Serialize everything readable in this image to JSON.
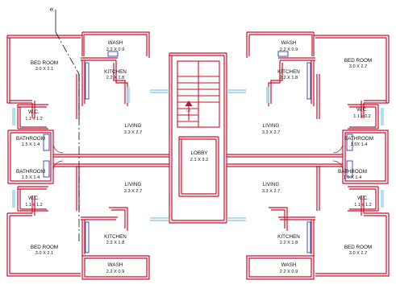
{
  "colors": {
    "wall": "#c8102e",
    "glass": "#7ec8e3",
    "fixture": "#1f3fbf",
    "text": "#111111"
  },
  "section_marker": "«",
  "rooms": {
    "bed_tl": {
      "name": "BED ROOM",
      "dims": "3.0 X 2.1"
    },
    "wash_tl": {
      "name": "WASH",
      "dims": "2.2 X 0.9"
    },
    "kitchen_tl": {
      "name": "KITCHEN",
      "dims": "2.2 X 1.8"
    },
    "wc_tl": {
      "name": "W.C.",
      "dims": "1.1 x 1.2"
    },
    "bath_tl": {
      "name": "BATHROOM",
      "dims": "1.5 X 1.4"
    },
    "living_tl": {
      "name": "LIVING",
      "dims": "3.3 X 2.7"
    },
    "bath_bl": {
      "name": "BATHROOM",
      "dims": "1.5 X 1.4"
    },
    "wc_bl": {
      "name": "W.C.",
      "dims": "1.1 x 1.2"
    },
    "living_bl": {
      "name": "LIVING",
      "dims": "3.3 X 2.7"
    },
    "kitchen_bl": {
      "name": "KITCHEN",
      "dims": "2.2 X 1.8"
    },
    "wash_bl": {
      "name": "WASH",
      "dims": "2.2 X 0.9"
    },
    "bed_bl": {
      "name": "BED ROOM",
      "dims": "3.0 X 2.1"
    },
    "wash_tr": {
      "name": "WASH",
      "dims": "2.2 X 0.9"
    },
    "kitchen_tr": {
      "name": "KITCHEN",
      "dims": "2.2 X 1.8"
    },
    "bed_tr": {
      "name": "BED ROOM",
      "dims": "3.0 X 2.7"
    },
    "wc_tr": {
      "name": "W.C.",
      "dims": "1.1 x 0.2"
    },
    "living_tr": {
      "name": "LIVING",
      "dims": "3.3 X 2.7"
    },
    "bath_tr": {
      "name": "BATHROOM",
      "dims": "1.5X 1.4"
    },
    "bath_br": {
      "name": "BATHROOM",
      "dims": "1.5 X 1.4"
    },
    "living_br": {
      "name": "LIVING",
      "dims": "3.3 X 2.7"
    },
    "wc_br": {
      "name": "W.C.",
      "dims": "1.1 x 1.2"
    },
    "kitchen_br": {
      "name": "KITCHEN",
      "dims": "2.2 X 1.8"
    },
    "wash_br": {
      "name": "WASH",
      "dims": "2.2 X 0.9"
    },
    "bed_br": {
      "name": "BED ROOM",
      "dims": "3.0 X 2.7"
    },
    "lobby": {
      "name": "LOBBY",
      "dims": "2.1 X 3.2"
    }
  },
  "stair": {
    "direction_label": "UP"
  }
}
